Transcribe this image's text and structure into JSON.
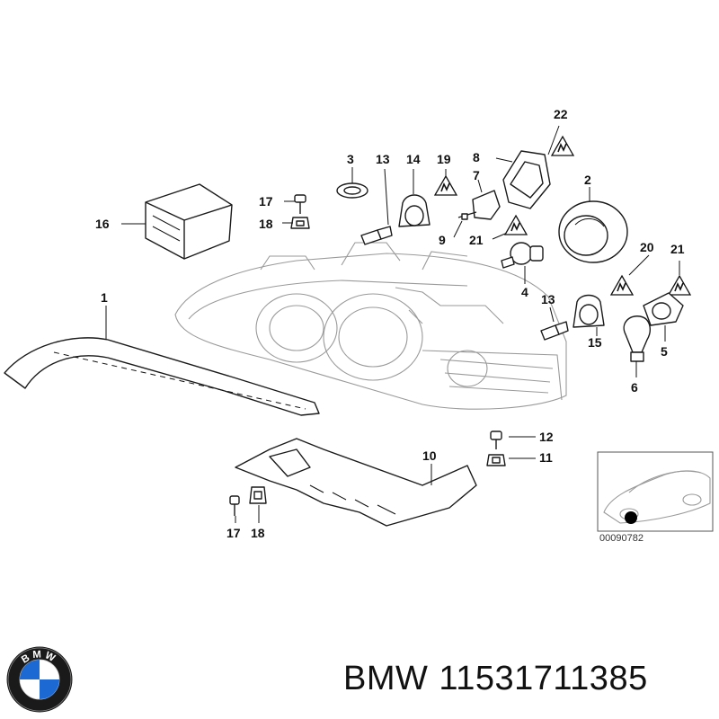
{
  "callouts": {
    "p1": "1",
    "p2": "2",
    "p3": "3",
    "p4": "4",
    "p5": "5",
    "p6": "6",
    "p7": "7",
    "p8": "8",
    "p9": "9",
    "p10": "10",
    "p11": "11",
    "p12": "12",
    "p13a": "13",
    "p13b": "13",
    "p14": "14",
    "p15": "15",
    "p16": "16",
    "p17a": "17",
    "p17b": "17",
    "p18a": "18",
    "p18b": "18",
    "p19": "19",
    "p20": "20",
    "p21a": "21",
    "p21b": "21",
    "p22": "22"
  },
  "inset": {
    "code": "00090782"
  },
  "caption": {
    "brand": "BMW",
    "part_number": "11531711385"
  },
  "logo": {
    "text": "BMW",
    "colors": {
      "blue": "#1c69d4",
      "white": "#ffffff",
      "ring": "#1a1a1a"
    }
  }
}
